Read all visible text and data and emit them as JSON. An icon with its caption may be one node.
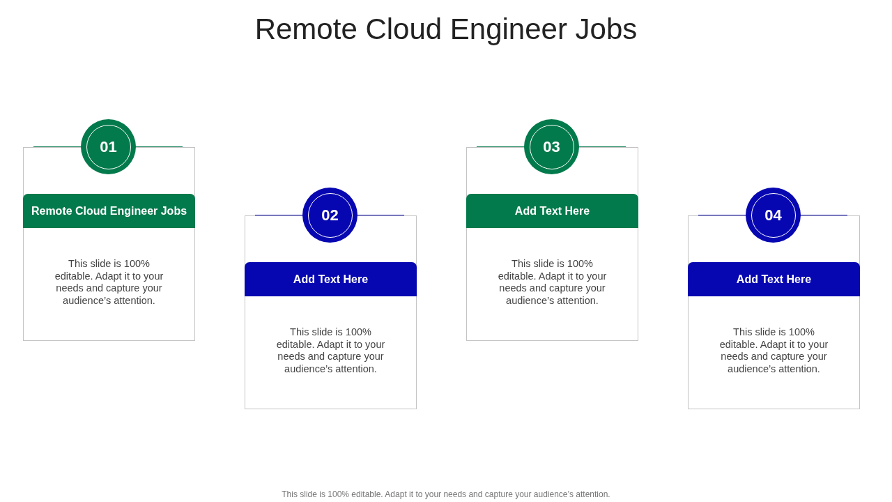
{
  "diagram": {
    "title": "Remote Cloud Engineer Jobs",
    "caption": "This slide is 100% editable. Adapt it to your needs and capture your audience’s attention.",
    "nodes": [
      {
        "text": [
          "01"
        ]
      },
      {
        "text": [
          "This slide is 100% editable. Adapt it to your needs and capture your audience’s attention."
        ]
      },
      {
        "text": [
          "Remote Cloud Engineer Jobs"
        ],
        "in": 1
      },
      {
        "text": [
          "02"
        ]
      },
      {
        "text": [
          "This slide is 100% editable. Adapt it to your needs and capture your audience’s attention."
        ]
      },
      {
        "text": [
          "Add Text Here"
        ],
        "in": 4
      },
      {
        "text": [
          "03"
        ]
      },
      {
        "text": [
          "This slide is 100% editable. Adapt it to your needs and capture your audience’s attention."
        ]
      },
      {
        "text": [
          "Add Text Here"
        ],
        "in": 7
      },
      {
        "text": [
          "04"
        ]
      },
      {
        "text": [
          "This slide is 100% editable. Adapt it to your needs and capture your audience’s attention."
        ]
      },
      {
        "text": [
          "Add Text Here"
        ],
        "in": 10
      }
    ],
    "edges": []
  }
}
